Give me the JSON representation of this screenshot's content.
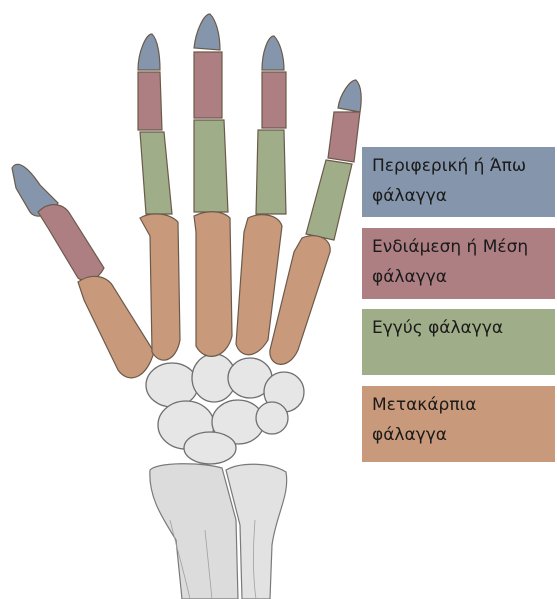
{
  "colors": {
    "distal": "#8596ac",
    "middle": "#ad7f83",
    "proximal": "#9fad88",
    "metacarpal": "#c8997a",
    "carpal": "#e6e6e6",
    "forearm": "#dcdcdc",
    "outline": "#6b5a4a"
  },
  "legend": [
    {
      "key": "distal",
      "label": "Περιφερική ή Άπω φάλαγγα"
    },
    {
      "key": "middle",
      "label": "Ενδιάμεση ή Μέση φάλαγγα"
    },
    {
      "key": "proximal",
      "label": "Εγγύς φάλαγγα"
    },
    {
      "key": "metacarpal",
      "label": "Μετακάρπια φάλαγγα"
    }
  ]
}
